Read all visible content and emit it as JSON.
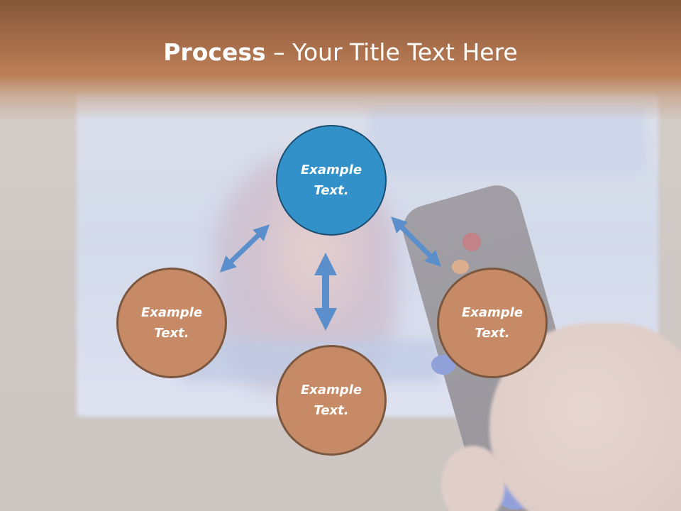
{
  "slide": {
    "title_bold": "Process",
    "title_rest": " – Your Title Text Here"
  },
  "diagram": {
    "nodes": [
      {
        "id": "top",
        "text": "Example\nText.",
        "color": "#3291c8"
      },
      {
        "id": "left",
        "text": "Example\nText.",
        "color": "#c68b66"
      },
      {
        "id": "bottom",
        "text": "Example\nText.",
        "color": "#c68b66"
      },
      {
        "id": "right",
        "text": "Example\nText.",
        "color": "#c68b66"
      }
    ],
    "arrow_color": "#5b8fcb"
  },
  "colors": {
    "title_bar": "#aa704c",
    "accent_blue": "#3291c8",
    "accent_brown": "#c68b66"
  }
}
